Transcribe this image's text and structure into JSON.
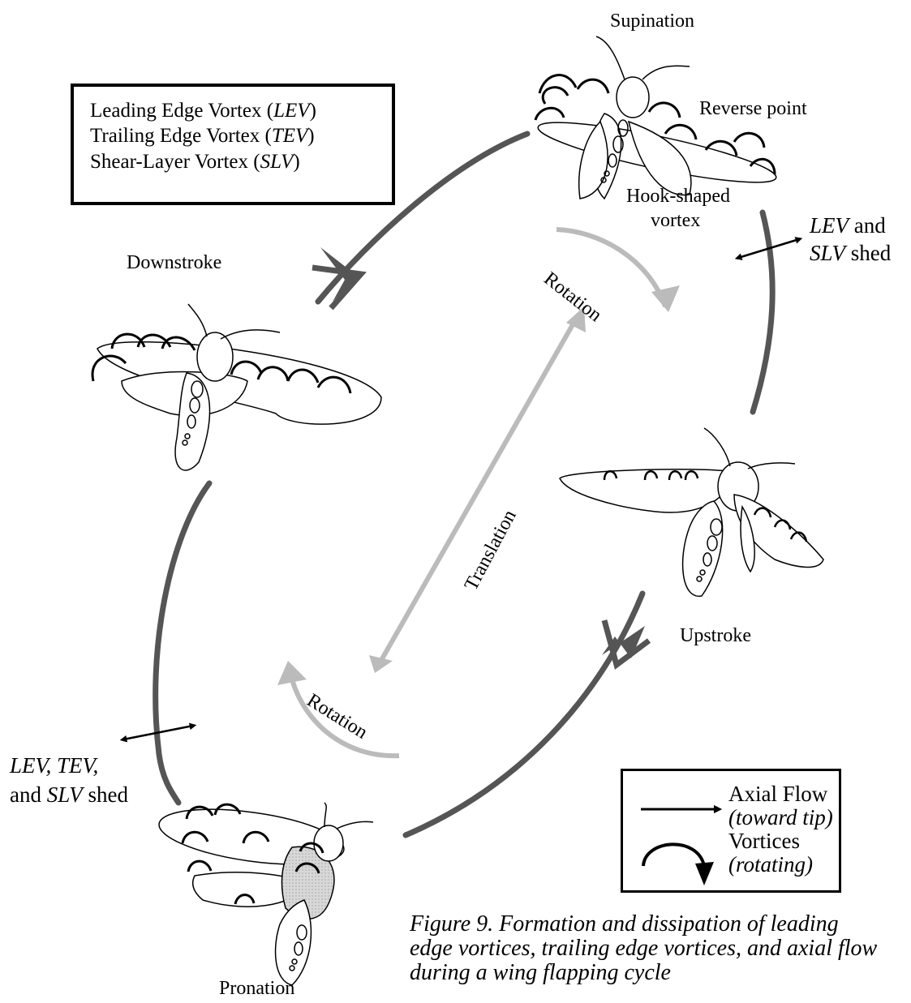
{
  "legend": {
    "rows": [
      {
        "text": "Leading Edge Vortex (",
        "abbr": "LEV",
        "close": ")"
      },
      {
        "text": "Trailing Edge Vortex (",
        "abbr": "TEV",
        "close": ")"
      },
      {
        "text": "Shear-Layer Vortex (",
        "abbr": "SLV",
        "close": ")"
      }
    ]
  },
  "labels": {
    "supination": "Supination",
    "reverse_point": "Reverse point",
    "hook_shaped": "Hook-shaped",
    "vortex": "vortex",
    "downstroke": "Downstroke",
    "upstroke": "Upstroke",
    "pronation": "Pronation",
    "rotation_top": "Rotation",
    "rotation_bottom": "Rotation",
    "translation": "Translation",
    "shed_right_1_abbr": "LEV",
    "shed_right_1_rest": " and",
    "shed_right_2_abbr": "SLV",
    "shed_right_2_rest": " shed",
    "shed_left_1": "LEV, TEV,",
    "shed_left_2_pre": "and ",
    "shed_left_2_abbr": "SLV",
    "shed_left_2_rest": " shed"
  },
  "key": {
    "axial_label": "Axial Flow",
    "axial_note": "(toward tip)",
    "vortices_label": "Vortices",
    "vortices_note": "(rotating)"
  },
  "caption": {
    "line1": "Figure 9.  Formation and dissipation of leading",
    "line2": "edge vortices, trailing edge vortices, and axial flow",
    "line3": "during a wing flapping cycle"
  },
  "colors": {
    "cycle_arrow": "#555555",
    "light_arrow": "#bbbbbb",
    "ink": "#000000"
  }
}
